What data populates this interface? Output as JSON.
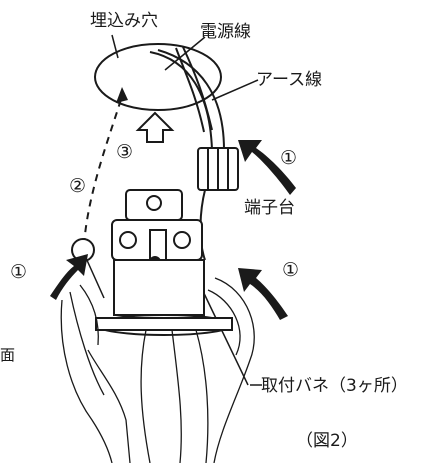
{
  "labels": {
    "hole": "埋込み穴",
    "power_wire": "電源線",
    "earth_wire": "アース線",
    "terminal_block": "端子台",
    "spring": "取付バネ（3ヶ所）",
    "ceiling_surface_partial": "面",
    "figure_caption": "（図2）"
  },
  "step_markers": {
    "step1_right_top": "①",
    "step1_left": "①",
    "step1_right_bottom": "①",
    "step2": "②",
    "step3": "③"
  },
  "colors": {
    "line": "#1a1a1a",
    "background": "#ffffff"
  }
}
